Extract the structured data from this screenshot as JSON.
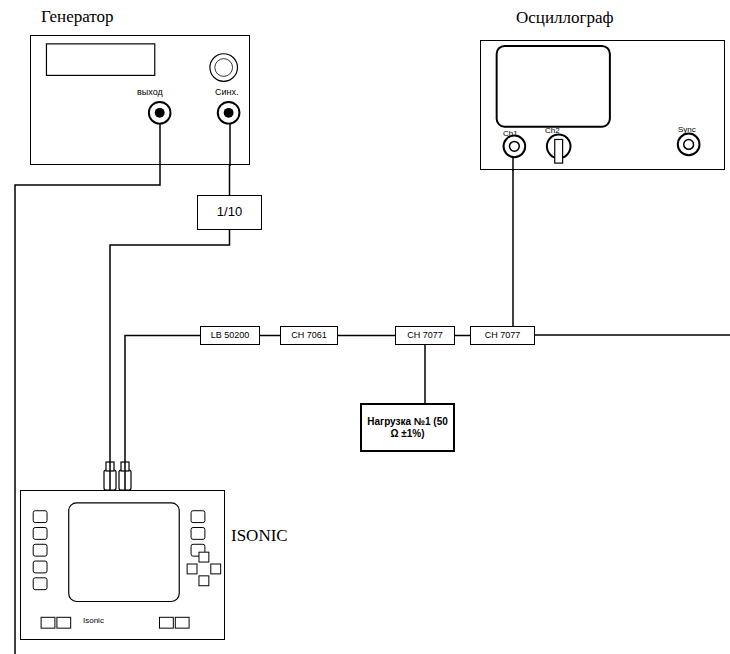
{
  "diagram": {
    "nodes": [
      {
        "text": [
          "Генератор",
          "выход",
          "Синх."
        ]
      },
      {
        "text": [
          "Осциллограф",
          "Ch1",
          "Ch2",
          "Sync"
        ]
      },
      {
        "text": [
          "1/10"
        ]
      },
      {
        "text": [
          "ISONIC",
          "Isonic"
        ]
      },
      {
        "text": [
          "LB 50200"
        ]
      },
      {
        "text": [
          "CH 7061"
        ]
      },
      {
        "text": [
          "CH 7077"
        ]
      },
      {
        "text": [
          "CH 7077"
        ]
      },
      {
        "text": [
          "Нагрузка №1 (50 Ω ±1%)"
        ]
      }
    ],
    "edges": [
      {
        "from": 0,
        "to": 2,
        "arrow": "none"
      },
      {
        "from": 2,
        "to": 3,
        "arrow": "none"
      },
      {
        "from": 3,
        "to": 4,
        "arrow": "none"
      },
      {
        "from": 4,
        "to": 5,
        "arrow": "none"
      },
      {
        "from": 5,
        "to": 6,
        "arrow": "none"
      },
      {
        "from": 6,
        "to": 7,
        "arrow": "none"
      },
      {
        "from": 6,
        "to": 8,
        "arrow": "none"
      },
      {
        "from": 1,
        "to": 7,
        "arrow": "none"
      }
    ]
  }
}
